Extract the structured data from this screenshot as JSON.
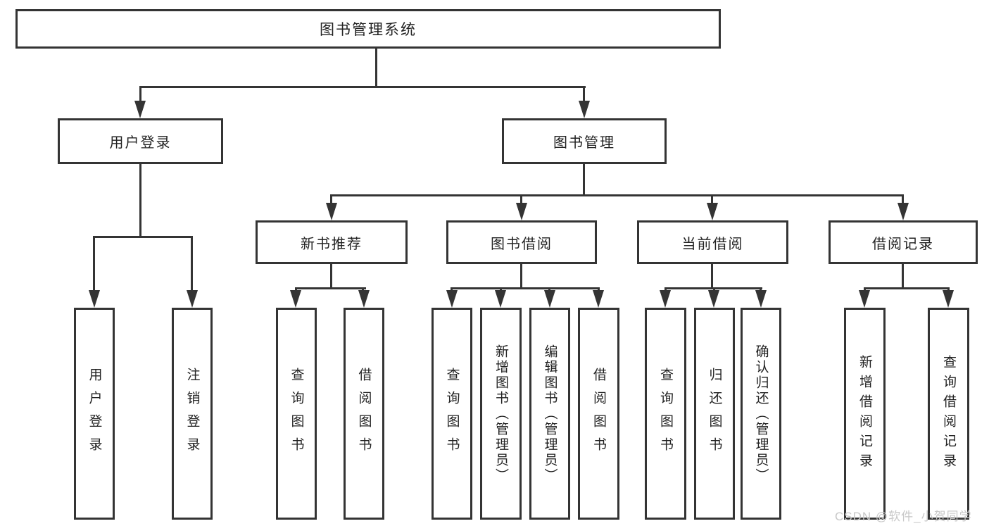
{
  "tree": {
    "label": "图书管理系统",
    "children": [
      {
        "label": "用户登录",
        "children": [
          {
            "label": "用户登录"
          },
          {
            "label": "注销登录"
          }
        ]
      },
      {
        "label": "图书管理",
        "children": [
          {
            "label": "新书推荐",
            "children": [
              {
                "label": "查询图书"
              },
              {
                "label": "借阅图书"
              }
            ]
          },
          {
            "label": "图书借阅",
            "children": [
              {
                "label": "查询图书"
              },
              {
                "label": "新增图书（管理员）"
              },
              {
                "label": "编辑图书（管理员）"
              },
              {
                "label": "借阅图书"
              }
            ]
          },
          {
            "label": "当前借阅",
            "children": [
              {
                "label": "查询图书"
              },
              {
                "label": "归还图书"
              },
              {
                "label": "确认归还（管理员）"
              }
            ]
          },
          {
            "label": "借阅记录",
            "children": [
              {
                "label": "新增借阅记录"
              },
              {
                "label": "查询借阅记录"
              }
            ]
          }
        ]
      }
    ]
  },
  "watermark": "CSDN @软件_小贺同学",
  "colors": {
    "line": "#343434",
    "text": "#222222",
    "watermark": "#c8c8c8",
    "background": "#ffffff"
  }
}
